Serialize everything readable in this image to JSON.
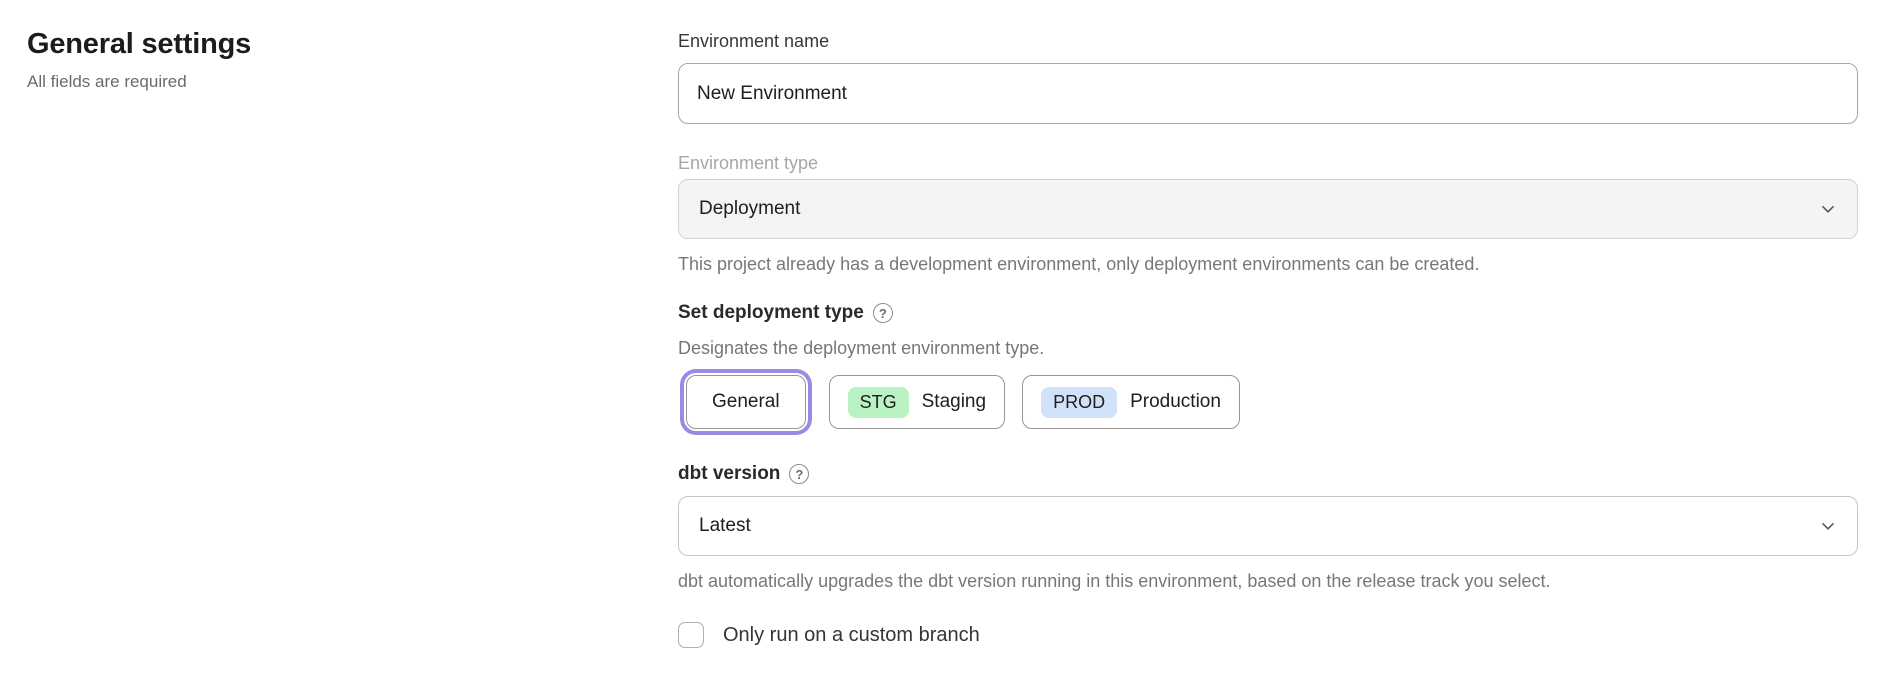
{
  "page": {
    "heading": "General settings",
    "subheading": "All fields are required"
  },
  "form": {
    "environment_name": {
      "label": "Environment name",
      "value": "New Environment"
    },
    "environment_type": {
      "label": "Environment type",
      "value": "Deployment",
      "disabled": true,
      "helper": "This project already has a development environment, only deployment environments can be created."
    },
    "deployment_type": {
      "label": "Set deployment type",
      "helper": "Designates the deployment environment type.",
      "options": [
        {
          "label": "General",
          "badge": "",
          "selected": true
        },
        {
          "label": "Staging",
          "badge": "STG",
          "selected": false
        },
        {
          "label": "Production",
          "badge": "PROD",
          "selected": false
        }
      ]
    },
    "dbt_version": {
      "label": "dbt version",
      "value": "Latest",
      "helper": "dbt automatically upgrades the dbt version running in this environment, based on the release track you select."
    },
    "custom_branch": {
      "label": "Only run on a custom branch",
      "checked": false
    }
  },
  "icons": {
    "help_glyph": "?"
  },
  "colors": {
    "selected_ring": "#968be6",
    "badge_staging_bg": "#b9f2c3",
    "badge_production_bg": "#d0e2fa",
    "disabled_field_bg": "#f5f4f4"
  }
}
